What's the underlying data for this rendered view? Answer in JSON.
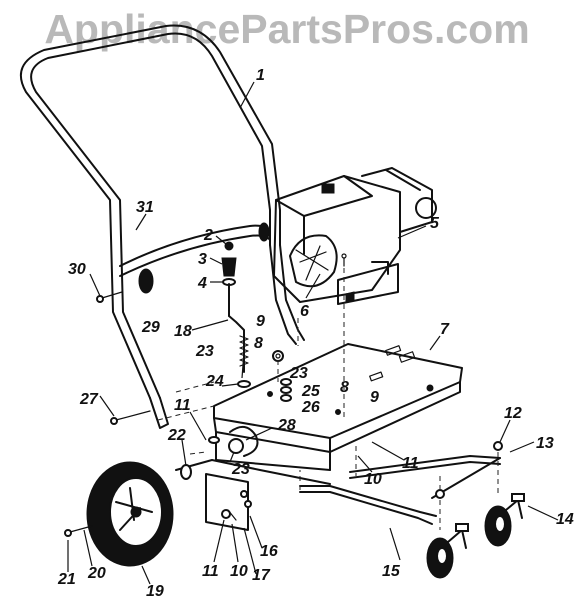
{
  "watermark": "AppliancePartsPros.com",
  "callouts": [
    "1",
    "2",
    "3",
    "4",
    "5",
    "6",
    "7",
    "8",
    "8",
    "9",
    "9",
    "10",
    "10",
    "11",
    "11",
    "11",
    "12",
    "13",
    "14",
    "15",
    "16",
    "17",
    "18",
    "19",
    "20",
    "21",
    "22",
    "23",
    "23",
    "23",
    "24",
    "25",
    "26",
    "27",
    "28",
    "29",
    "30",
    "31"
  ]
}
